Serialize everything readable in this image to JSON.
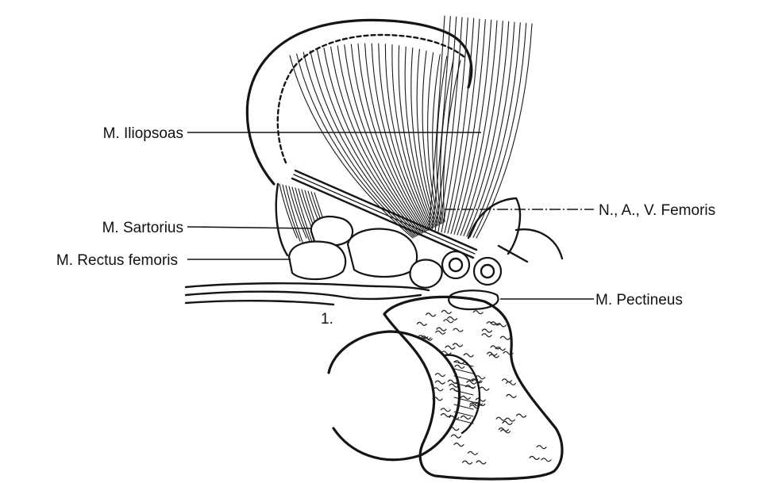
{
  "labels": {
    "iliopsoas": "M. Iliopsoas",
    "sartorius": "M. Sartorius",
    "rectus_femoris": "M. Rectus femoris",
    "femoral_bundle": "N., A., V. Femoris",
    "pectineus": "M. Pectineus",
    "marker_1": "1."
  },
  "colors": {
    "ink": "#151515",
    "background": "#ffffff"
  }
}
